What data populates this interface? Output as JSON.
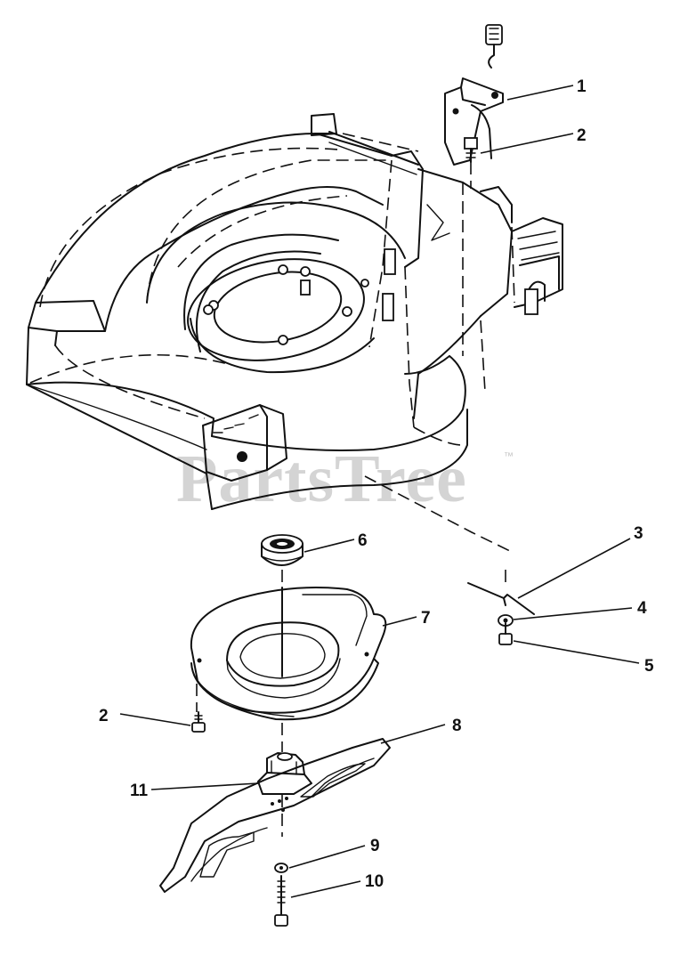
{
  "diagram": {
    "watermark": "PartsTree",
    "watermark_mark": "™",
    "callouts": [
      {
        "id": "c1",
        "label": "1"
      },
      {
        "id": "c2a",
        "label": "2"
      },
      {
        "id": "c3",
        "label": "3"
      },
      {
        "id": "c4",
        "label": "4"
      },
      {
        "id": "c5",
        "label": "5"
      },
      {
        "id": "c6",
        "label": "6"
      },
      {
        "id": "c7",
        "label": "7"
      },
      {
        "id": "c2b",
        "label": "2"
      },
      {
        "id": "c8",
        "label": "8"
      },
      {
        "id": "c11",
        "label": "11"
      },
      {
        "id": "c9",
        "label": "9"
      },
      {
        "id": "c10",
        "label": "10"
      }
    ]
  }
}
